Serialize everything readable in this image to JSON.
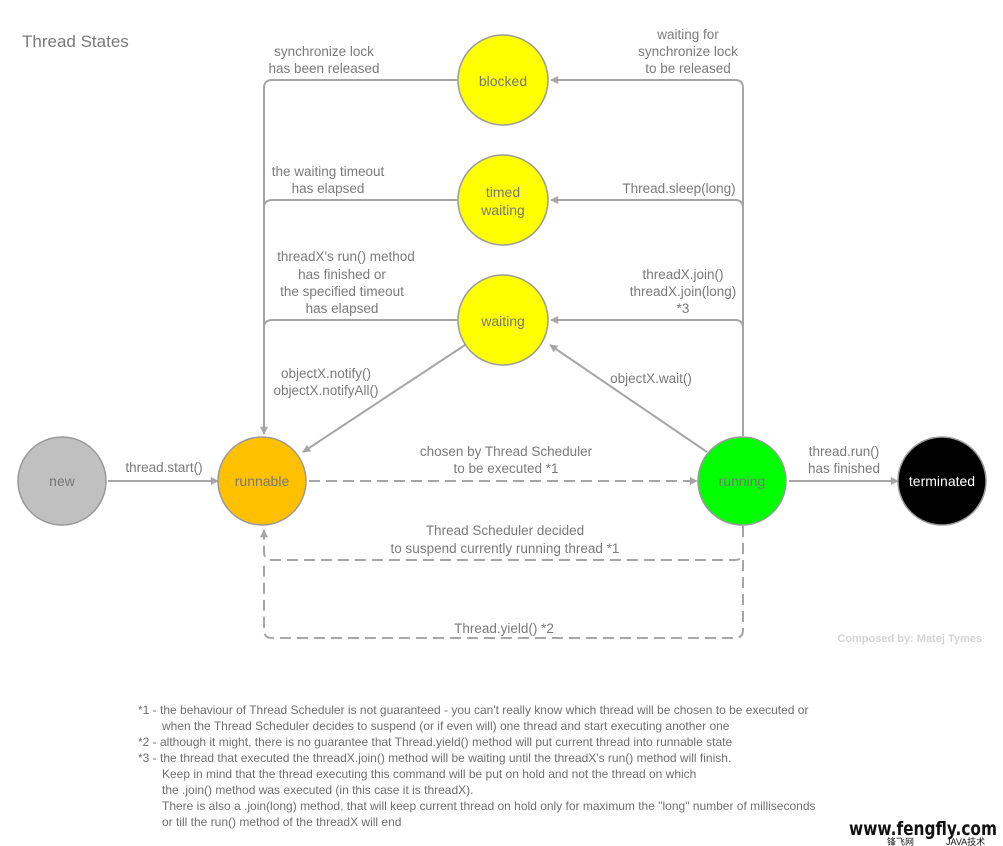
{
  "title": "Thread States",
  "credit": "Composed by: Matej Tymes",
  "states": {
    "new": "new",
    "runnable": "runnable",
    "running": "running",
    "terminated": "terminated",
    "blocked": "blocked",
    "timed_waiting_1": "timed",
    "timed_waiting_2": "waiting",
    "waiting": "waiting"
  },
  "transitions": {
    "start": "thread.start()",
    "scheduled": [
      "chosen by Thread Scheduler",
      "to be executed *1"
    ],
    "finished": [
      "thread.run()",
      "has finished"
    ],
    "wait": "objectX.wait()",
    "notify": [
      "objectX.notify()",
      "objectX.notifyAll()"
    ],
    "join": [
      "threadX.join()",
      "threadX.join(long)",
      "*3"
    ],
    "join_done": [
      "threadX's run() method",
      "has finished or",
      "the specified timeout",
      "has elapsed"
    ],
    "sleep": "Thread.sleep(long)",
    "timeout": [
      "the waiting timeout",
      "has elapsed"
    ],
    "lock_wait": [
      "waiting for",
      "synchronize lock",
      "to be released"
    ],
    "lock_released": [
      "synchronize lock",
      "has been released"
    ],
    "suspend": [
      "Thread Scheduler decided",
      "to suspend currently running thread *1"
    ],
    "yield": "Thread.yield() *2"
  },
  "footnotes": [
    "*1 - the behaviour of Thread Scheduler is not guaranteed - you can't really know which thread will be chosen to be executed or",
    "when the Thread Scheduler decides to suspend (or if even will) one thread and start executing another one",
    "*2 - although it might, there is no guarantee that Thread.yield() method will put current thread into runnable state",
    "*3 - the thread that executed the threadX.join() method will be waiting until the threadX's run() method will finish.",
    "Keep in mind that the thread executing this command will be put on hold and not the thread on which",
    "the .join() method was executed (in this case it is threadX).",
    "There is also a .join(long) method, that will keep current thread on hold only for maximum the \"long\" number of milliseconds",
    "or till the run() method of the threadX will end"
  ],
  "watermark": {
    "main": "www.fengfly.com",
    "sub_left": "锋飞网",
    "sub_right": "JAVA技术",
    "color": "#111111"
  },
  "colors": {
    "new": "#c0c0c0",
    "runnable": "#ffc000",
    "running": "#00ff00",
    "terminated": "#000000",
    "waiting_states": "#ffff00",
    "arrows": "#a6a6a6"
  }
}
